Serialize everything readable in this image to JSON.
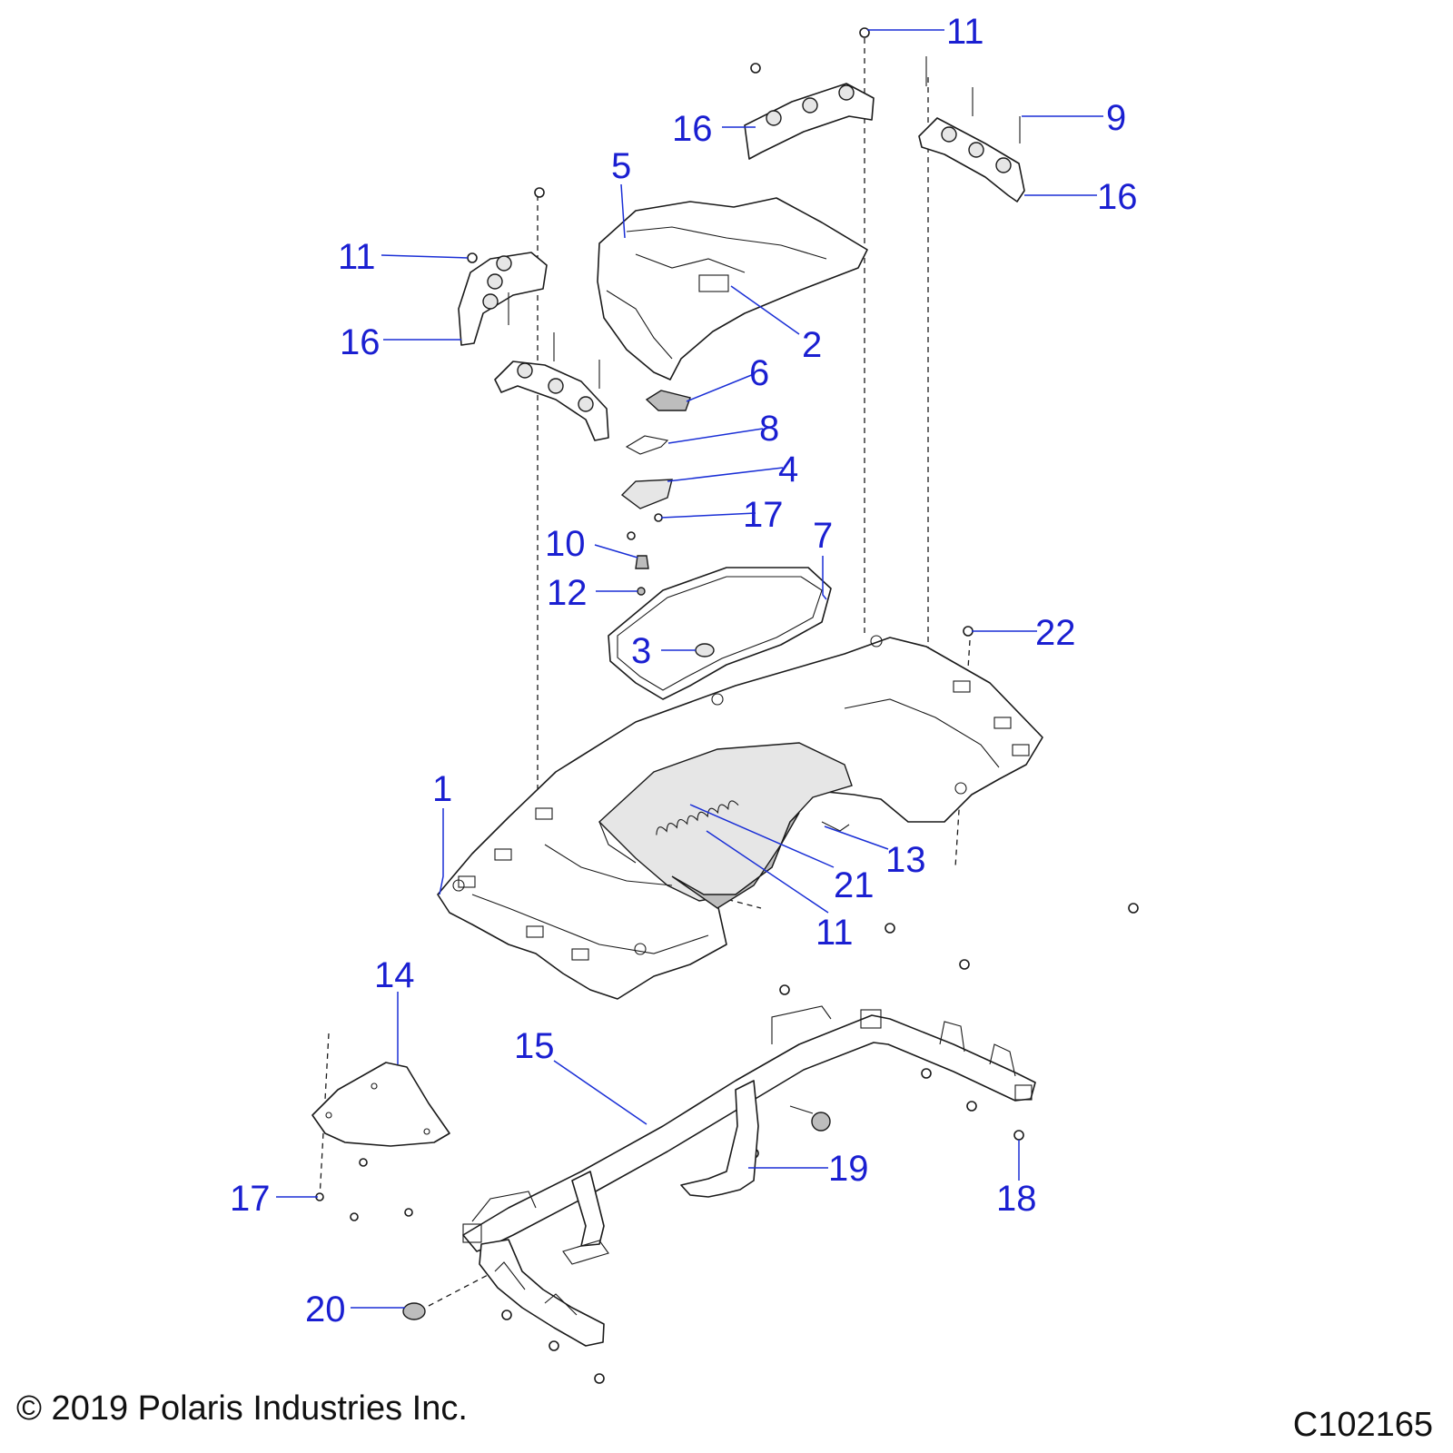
{
  "callouts": {
    "c1": "1",
    "c2": "2",
    "c3": "3",
    "c4": "4",
    "c5": "5",
    "c6": "6",
    "c7": "7",
    "c8": "8",
    "c9": "9",
    "c10": "10",
    "c11a": "11",
    "c11b": "11",
    "c11c": "11",
    "c12": "12",
    "c13": "13",
    "c14": "14",
    "c15": "15",
    "c16a": "16",
    "c16b": "16",
    "c16c": "16",
    "c17a": "17",
    "c17b": "17",
    "c18": "18",
    "c19": "19",
    "c20": "20",
    "c21": "21",
    "c22": "22"
  },
  "footer": {
    "copyright": "© 2019 Polaris Industries Inc.",
    "figure_id": "C102165"
  },
  "colors": {
    "callout": "#1a1fd1",
    "line_art": "#1a1a1a"
  }
}
